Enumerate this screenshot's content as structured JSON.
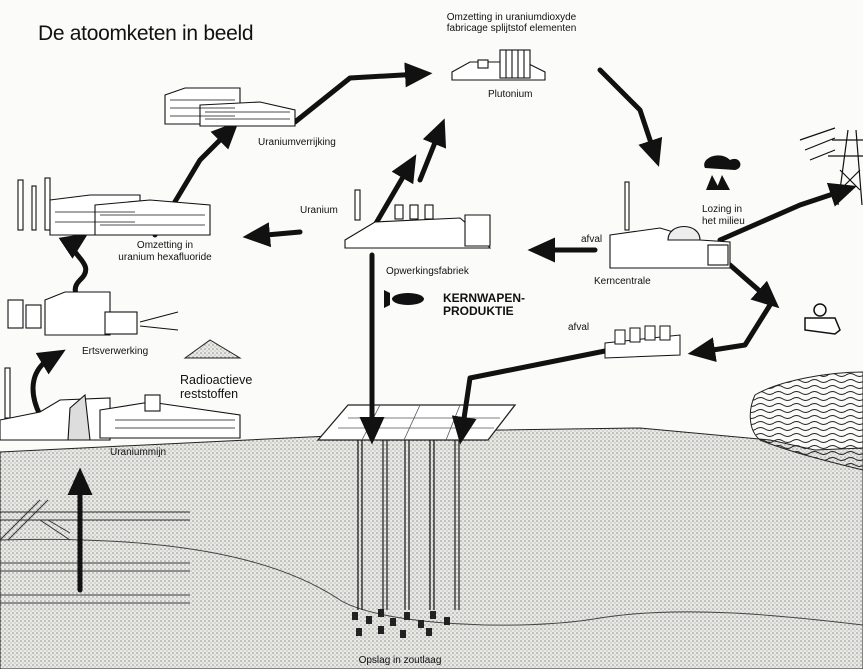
{
  "title": "De atoomketen in beeld",
  "labels": {
    "conversion_uo2": "Omzetting in uraniumdioxyde",
    "conversion_uo2_2": "fabricage splijtstof elementen",
    "plutonium": "Plutonium",
    "enrichment": "Uraniumverrijking",
    "uranium": "Uranium",
    "waste_1": "afval",
    "release_1": "Lozing in",
    "release_2": "het milieu",
    "hexafluoride_1": "Omzetting in",
    "hexafluoride_2": "uranium hexafluoride",
    "reprocessing": "Opwerkingsfabriek",
    "power_plant": "Kerncentrale",
    "weapons_1": "KERNWAPEN-",
    "weapons_2": "PRODUKTIE",
    "waste_2": "afval",
    "ore_processing": "Ertsverwerking",
    "radioactive_1": "Radioactieve",
    "radioactive_2": "reststoffen",
    "mine": "Uraniummijn",
    "salt_storage": "Opslag in zoutlaag"
  }
}
